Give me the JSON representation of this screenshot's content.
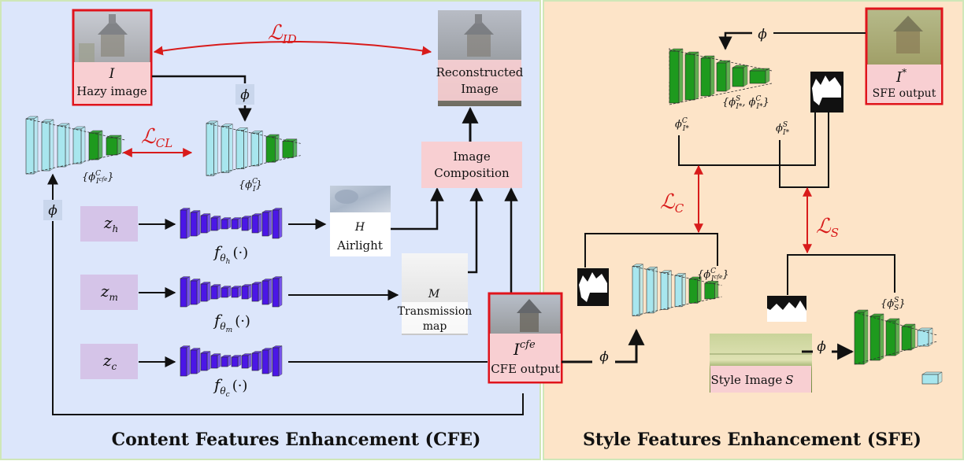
{
  "panels": {
    "cfe": {
      "title": "Content Features Enhancement (CFE)",
      "bg": "#dce6fb",
      "border": "#cfe7b8"
    },
    "sfe": {
      "title": "Style Features Enhancement (SFE)",
      "bg": "#fde4c8",
      "border": "#cfe7b8"
    }
  },
  "colors": {
    "accent_red": "#d81b1b",
    "box_pink": "#f8cfd2",
    "generator_purple": "#4b16e6",
    "encoder_cyan": "#a8e6ee",
    "encoder_green": "#1e9a1e",
    "latent_purple": "#d5c4e8"
  },
  "cfe": {
    "hazy_image": {
      "symbol": "I",
      "label": "Hazy image"
    },
    "reconstructed": {
      "line1": "Reconstructed",
      "line2": "Image"
    },
    "loss_id": {
      "main": "ℒ",
      "sub": "ID"
    },
    "loss_cl": {
      "main": "ℒ",
      "sub": "CL"
    },
    "phi": "ϕ",
    "feat_cfe": {
      "open": "{ϕ",
      "sup": "C",
      "sub": "I",
      "subsup": "cfe",
      "close": "}"
    },
    "feat_i": {
      "open": "{ϕ",
      "sup": "C",
      "sub": "I",
      "close": "}"
    },
    "latents": [
      {
        "main": "z",
        "sub": "h"
      },
      {
        "main": "z",
        "sub": "m"
      },
      {
        "main": "z",
        "sub": "c"
      }
    ],
    "generators": [
      {
        "main": "f",
        "sub": "θ",
        "subsub": "h",
        "arg": "(·)"
      },
      {
        "main": "f",
        "sub": "θ",
        "subsub": "m",
        "arg": "(·)"
      },
      {
        "main": "f",
        "sub": "θ",
        "subsub": "c",
        "arg": "(·)"
      }
    ],
    "airlight": {
      "symbol": "H",
      "label": "Airlight"
    },
    "transmission": {
      "symbol": "M",
      "line1": "Transmission",
      "line2": "map"
    },
    "composition": {
      "line1": "Image",
      "line2": "Composition"
    },
    "cfe_output": {
      "main": "I",
      "sup": "cfe",
      "label": "CFE output"
    }
  },
  "sfe": {
    "sfe_output": {
      "main": "I",
      "sup": "*",
      "label": "SFE output"
    },
    "phi": "ϕ",
    "feat_top": "{ϕ",
    "phi_c_istar": {
      "main": "ϕ",
      "sup": "C",
      "sub": "I*"
    },
    "phi_s_istar": {
      "main": "ϕ",
      "sup": "S",
      "sub": "I*"
    },
    "feat_top_s": {
      "sup": "S",
      "sub": "I*"
    },
    "feat_top_c": {
      "sup": "C",
      "sub": "I*"
    },
    "loss_c": {
      "main": "ℒ",
      "sub": "C"
    },
    "loss_s": {
      "main": "ℒ",
      "sub": "S"
    },
    "feat_mid": {
      "open": "{ϕ",
      "sup": "C",
      "sub": "I",
      "subsup": "cfe",
      "close": "}"
    },
    "feat_s": {
      "open": "{ϕ",
      "sup": "S",
      "sub": "S",
      "close": "}"
    },
    "style_image": {
      "label": "Style Image",
      "symbol": "S"
    }
  }
}
